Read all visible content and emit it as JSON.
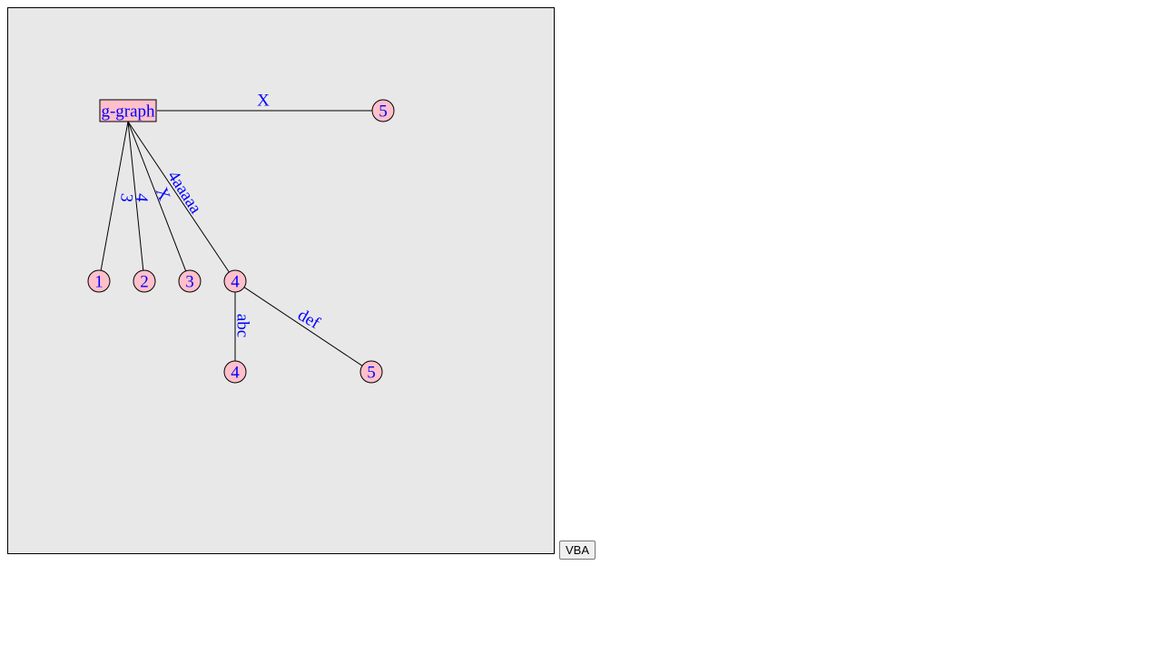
{
  "colors": {
    "canvas_background": "#e8e8e8",
    "node_fill": "#ffc0cb",
    "label_color": "#0000ff",
    "edge_color": "#000000"
  },
  "diagram": {
    "root": {
      "label": "g-graph",
      "shape": "rectangle"
    },
    "nodes": [
      {
        "id": "n5a",
        "label": "5",
        "shape": "circle"
      },
      {
        "id": "n1",
        "label": "1",
        "shape": "circle"
      },
      {
        "id": "n2",
        "label": "2",
        "shape": "circle"
      },
      {
        "id": "n3",
        "label": "3",
        "shape": "circle"
      },
      {
        "id": "n4",
        "label": "4",
        "shape": "circle"
      },
      {
        "id": "n4b",
        "label": "4",
        "shape": "circle"
      },
      {
        "id": "n5b",
        "label": "5",
        "shape": "circle"
      }
    ],
    "edges": [
      {
        "from": "root",
        "to": "n5a",
        "label": "X"
      },
      {
        "from": "root",
        "to": "n1",
        "label": "3"
      },
      {
        "from": "root",
        "to": "n2",
        "label": "4"
      },
      {
        "from": "root",
        "to": "n3",
        "label": "X"
      },
      {
        "from": "root",
        "to": "n4",
        "label": "4aaaaa"
      },
      {
        "from": "n4",
        "to": "n4b",
        "label": "abc"
      },
      {
        "from": "n4",
        "to": "n5b",
        "label": "def"
      }
    ]
  },
  "toolbar": {
    "vba_label": "VBA"
  }
}
